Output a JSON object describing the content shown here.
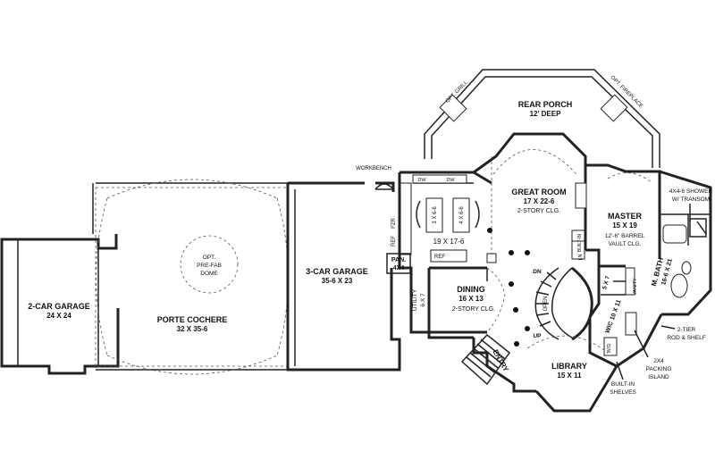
{
  "colors": {
    "wall": "#222222",
    "background": "#ffffff"
  },
  "rooms": {
    "rear_porch": {
      "name": "REAR PORCH",
      "size": "12' DEEP"
    },
    "great_room": {
      "name": "GREAT ROOM",
      "size": "17 X 22-6",
      "note": "2-STORY CLG."
    },
    "master": {
      "name": "MASTER",
      "size": "15 X 19",
      "note1": "12'-6\" BARREL",
      "note2": "VAULT CLG."
    },
    "shower": {
      "line1": "4X4-6 SHOWER",
      "line2": "W/ TRANSOM"
    },
    "m_bath": {
      "name": "M. BATH",
      "size": "16-6 X 21"
    },
    "kitchen": {
      "size": "19 X 17-6"
    },
    "dining": {
      "name": "DINING",
      "size": "16 X 13",
      "note": "2-STORY CLG."
    },
    "library": {
      "name": "LIBRARY",
      "size": "15 X 11"
    },
    "wic": {
      "name": "WIC 10 X 11"
    },
    "closet_5x7": {
      "name": "5 X 7"
    },
    "two_car": {
      "name": "2-CAR GARAGE",
      "size": "24 X 24"
    },
    "porte_cochere": {
      "name": "PORTE COCHERE",
      "size": "32 X 35-6"
    },
    "three_car": {
      "name": "3-CAR GARAGE",
      "size": "35-6 X 23"
    },
    "dome": {
      "line1": "OPT.",
      "line2": "PRE-FAB",
      "line3": "DOME"
    },
    "pantry": {
      "name": "PAN.",
      "size": "4X4"
    },
    "utility": {
      "name": "UTILITY",
      "size": "6 X 7"
    },
    "entry": {
      "name": "ENTRY"
    }
  },
  "annotations": {
    "workbench": "WORKBENCH",
    "opt_grill": "OPT. GRILL",
    "opt_fireplace": "OPT. FIREPLACE",
    "dw1": "DW",
    "dw2": "DW",
    "island1": "3 X 6-6",
    "island2": "4 X 6-6",
    "ref_garage": "REF",
    "fzr": "FZR",
    "ref_kitchen": "REF",
    "built_in": "BUILT-IN",
    "ln": "LN",
    "dn": "DN",
    "up": "UP",
    "open": "OPEN",
    "vanity": "VANITY",
    "two_tier_1": "2-TIER",
    "two_tier_2": "ROD & SHELF",
    "packing_1": "2X4",
    "packing_2": "PACKING",
    "packing_3": "ISLAND",
    "shelves_1": "BUILT-IN",
    "shelves_2": "SHELVES",
    "wd": "W/D"
  }
}
